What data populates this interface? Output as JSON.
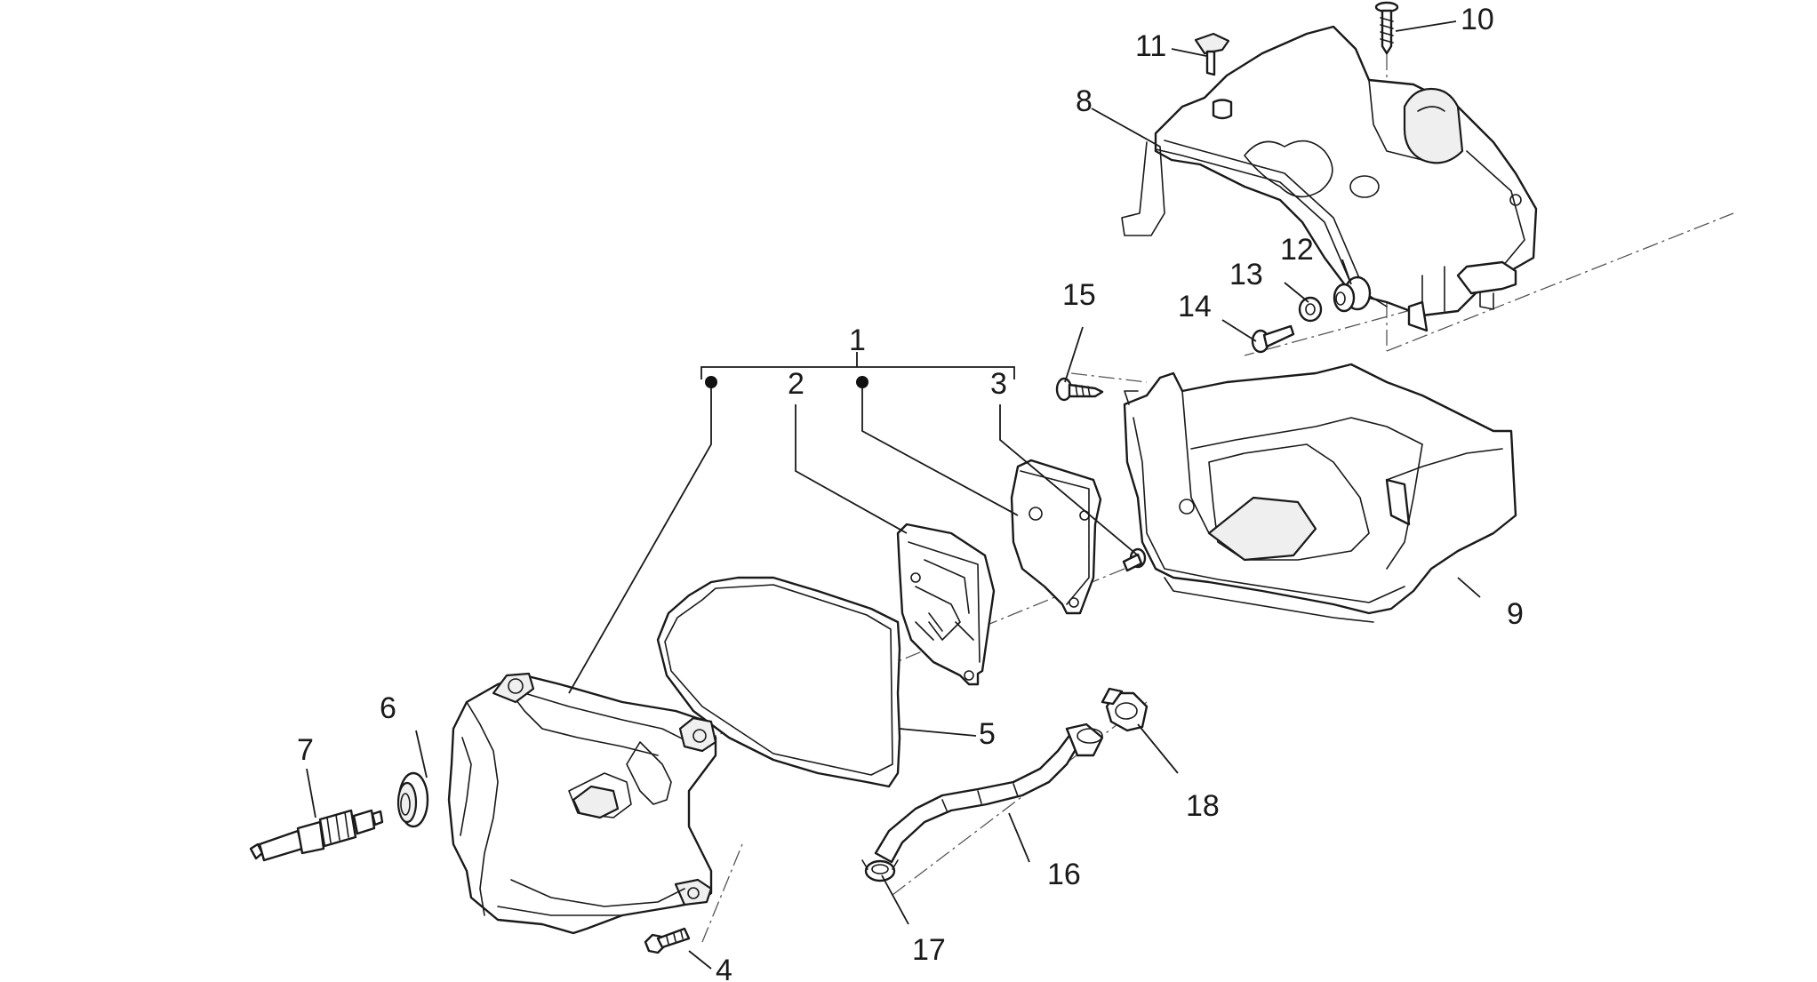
{
  "callouts": [
    {
      "id": "callout-1",
      "text": "1"
    },
    {
      "id": "callout-2",
      "text": "2"
    },
    {
      "id": "callout-3",
      "text": "3"
    },
    {
      "id": "callout-4",
      "text": "4"
    },
    {
      "id": "callout-5",
      "text": "5"
    },
    {
      "id": "callout-6",
      "text": "6"
    },
    {
      "id": "callout-7",
      "text": "7"
    },
    {
      "id": "callout-8",
      "text": "8"
    },
    {
      "id": "callout-9",
      "text": "9"
    },
    {
      "id": "callout-10",
      "text": "10"
    },
    {
      "id": "callout-11",
      "text": "11"
    },
    {
      "id": "callout-12",
      "text": "12"
    },
    {
      "id": "callout-13",
      "text": "13"
    },
    {
      "id": "callout-14",
      "text": "14"
    },
    {
      "id": "callout-15",
      "text": "15"
    },
    {
      "id": "callout-16",
      "text": "16"
    },
    {
      "id": "callout-17",
      "text": "17"
    },
    {
      "id": "callout-18",
      "text": "18"
    }
  ],
  "colors": {
    "line": "#1a1a1a",
    "background": "#ffffff",
    "shade": "#efefef"
  }
}
